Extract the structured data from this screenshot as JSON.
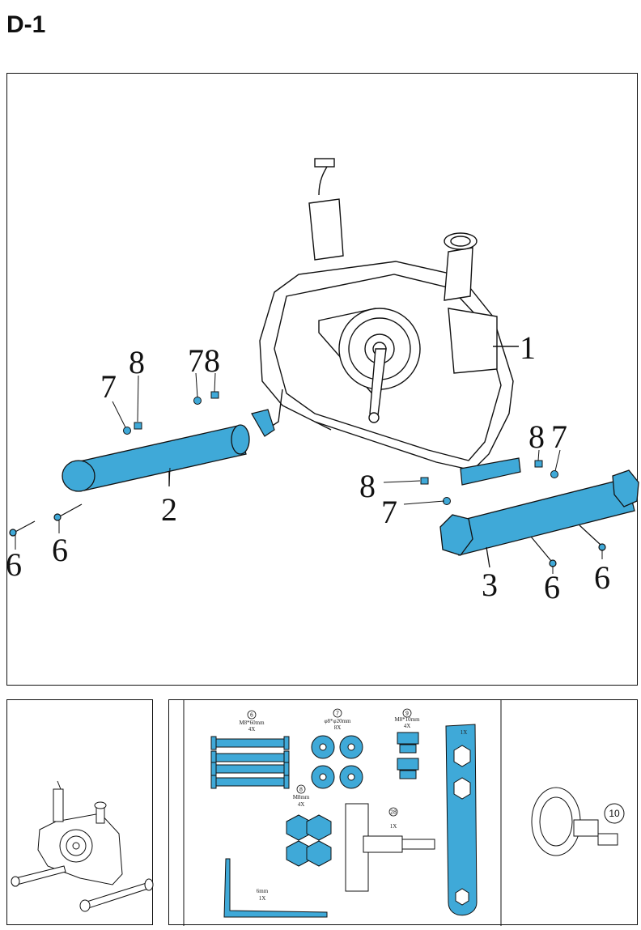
{
  "step": {
    "title": "D-1"
  },
  "callouts": {
    "frame": "1",
    "front_stabilizer": "2",
    "rear_stabilizer": "3",
    "bolt_a": "6",
    "bolt_b": "6",
    "bolt_c": "6",
    "bolt_d": "6",
    "washer_a": "7",
    "nut_a": "8",
    "washer_nut_b": "78",
    "nut_c": "8",
    "washer_c": "7",
    "nut_d": "8",
    "washer_d": "7"
  },
  "hardware": {
    "bolt": {
      "id": "6",
      "size": "M8*60mm",
      "qty": "4X"
    },
    "washer": {
      "id": "7",
      "size": "φ8*φ20mm",
      "qty": "8X"
    },
    "cap_nut": {
      "id": "9",
      "size": "M8*10mm",
      "qty": "4X"
    },
    "nut": {
      "id": "8",
      "size": "M8mm",
      "qty": "4X"
    },
    "knob": {
      "id": "28",
      "qty": "1X"
    },
    "allen_key": {
      "size": "6mm",
      "qty": "1X"
    },
    "wrench": {
      "qty": "1X"
    },
    "adjust_knob": {
      "id": "10"
    }
  },
  "colors": {
    "part_blue": "#3fa9d8",
    "line": "#111111"
  }
}
